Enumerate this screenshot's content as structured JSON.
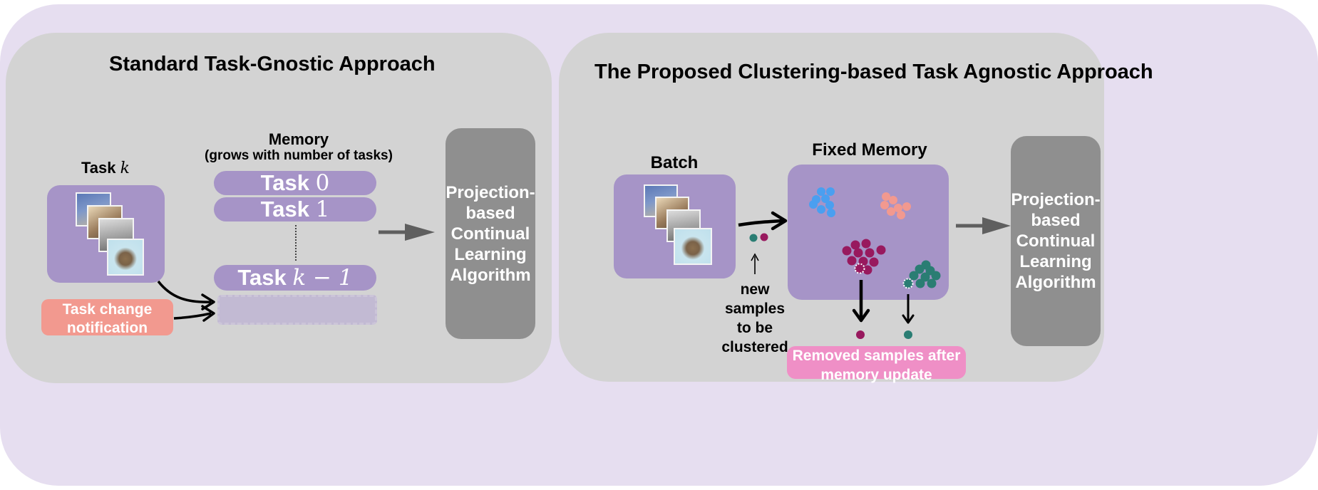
{
  "left_panel": {
    "title": "Standard Task-Gnostic Approach",
    "task_label": "Task",
    "task_var": "k",
    "memory_title": "Memory",
    "memory_subtitle": "(grows with  number of tasks)",
    "memory_items": [
      {
        "label": "Task",
        "math": "0"
      },
      {
        "label": "Task",
        "math": "1"
      },
      {
        "label": "Task",
        "math": "k − 1"
      }
    ],
    "notification": "Task change notification",
    "algorithm": "Projection-based Continual Learning Algorithm"
  },
  "right_panel": {
    "title": "The Proposed Clustering-based Task Agnostic Approach",
    "batch_label": "Batch",
    "memory_label": "Fixed Memory",
    "new_samples_caption": "new samples to be clustered",
    "removed_caption": "Removed samples after memory update",
    "algorithm": "Projection-based Continual Learning Algorithm"
  },
  "colors": {
    "outer_bg": "#e6def0",
    "panel_bg": "#d3d3d3",
    "purple_box": "#a694c7",
    "algorithm_box": "#8f8f8f",
    "notification": "#f2998f",
    "removed_box": "#ef8fc6",
    "cluster_blue": "#4a9ff0",
    "cluster_salmon": "#f2998f",
    "cluster_magenta": "#98195e",
    "cluster_teal": "#2a7d73"
  },
  "icons": [
    "photo-stack-icon",
    "arrow-icon",
    "cluster-dots-icon"
  ]
}
